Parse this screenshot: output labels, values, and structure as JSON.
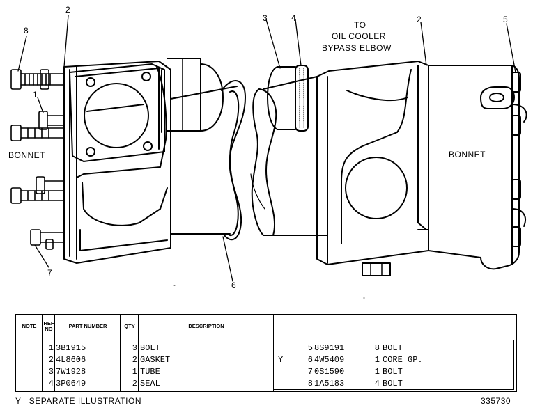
{
  "callouts": {
    "c8": "8",
    "c2a": "2",
    "c1": "1",
    "c7": "7",
    "c3": "3",
    "c4": "4",
    "c2b": "2",
    "c5": "5",
    "c6": "6"
  },
  "labels": {
    "bonnet_left": "BONNET",
    "bonnet_right": "BONNET",
    "to": "TO",
    "oil_cooler": "OIL COOLER",
    "bypass_elbow": "BYPASS ELBOW"
  },
  "table": {
    "headers": {
      "note": "NOTE",
      "ref_no": "REF NO",
      "part_number": "PART NUMBER",
      "qty": "QTY",
      "description": "DESCRIPTION"
    },
    "left_rows": [
      {
        "note": "",
        "ref": "1",
        "part": "3B1915",
        "qty": "3",
        "desc": "BOLT"
      },
      {
        "note": "",
        "ref": "2",
        "part": "4L8606",
        "qty": "2",
        "desc": "GASKET"
      },
      {
        "note": "",
        "ref": "3",
        "part": "7W1928",
        "qty": "1",
        "desc": "TUBE"
      },
      {
        "note": "",
        "ref": "4",
        "part": "3P0649",
        "qty": "2",
        "desc": "SEAL"
      }
    ],
    "right_rows": [
      {
        "note": "",
        "ref": "5",
        "part": "8S9191",
        "qty": "8",
        "desc": "BOLT"
      },
      {
        "note": "Y",
        "ref": "6",
        "part": "4W5409",
        "qty": "1",
        "desc": "CORE GP."
      },
      {
        "note": "",
        "ref": "7",
        "part": "0S1590",
        "qty": "1",
        "desc": "BOLT"
      },
      {
        "note": "",
        "ref": "8",
        "part": "1A5183",
        "qty": "4",
        "desc": "BOLT"
      }
    ]
  },
  "footer": {
    "legend": "Y   SEPARATE ILLUSTRATION",
    "figure_number": "335730"
  }
}
